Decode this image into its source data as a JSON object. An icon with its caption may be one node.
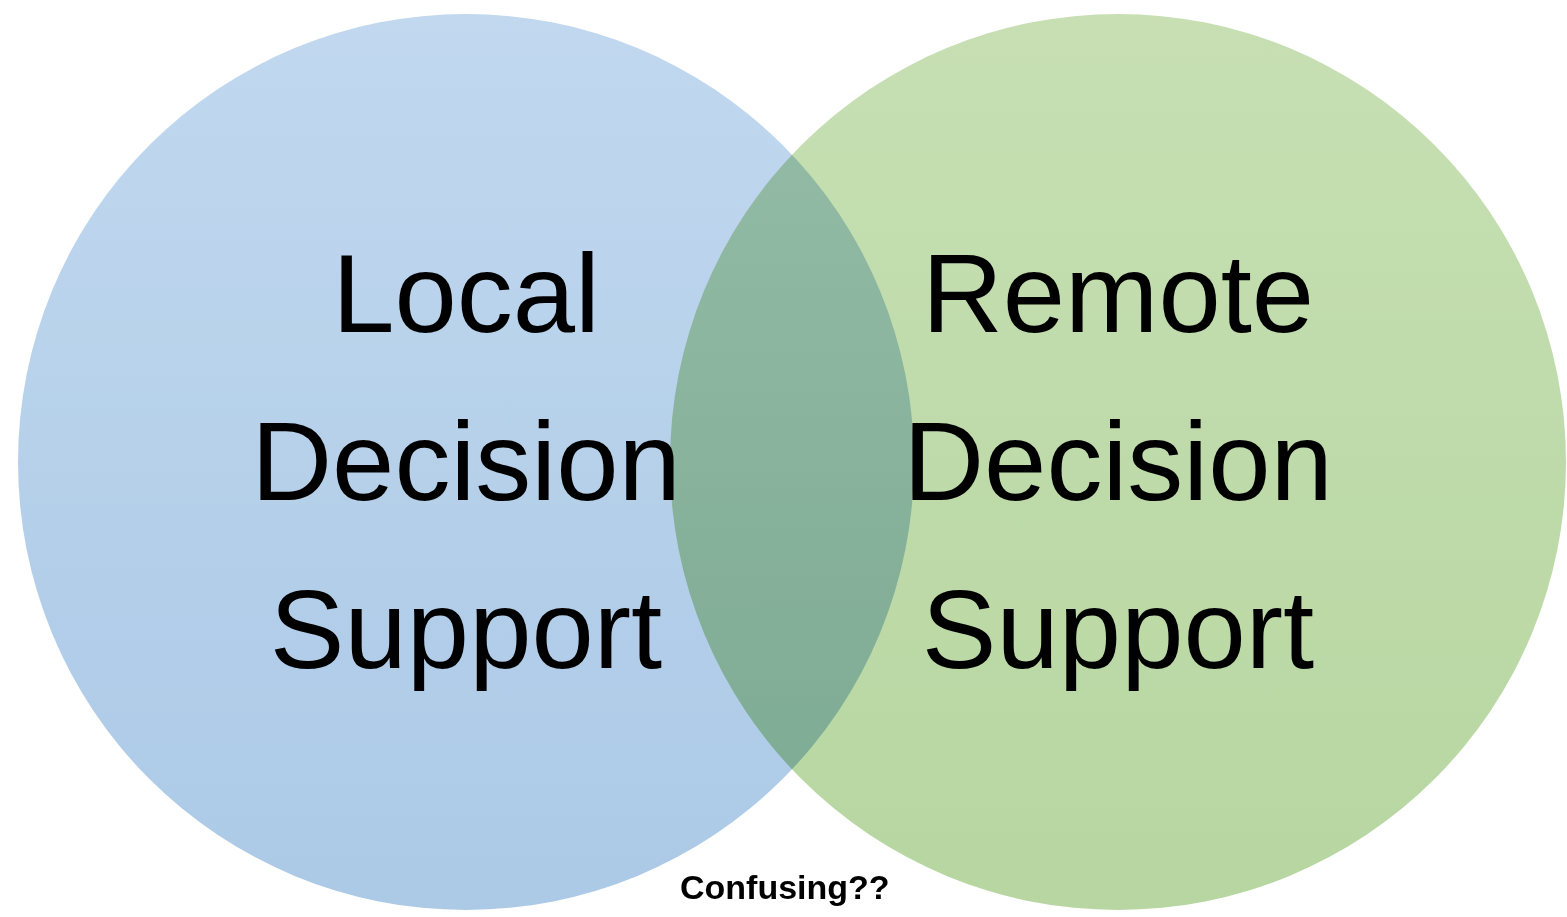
{
  "diagram": {
    "nodes": [
      {
        "text": [
          "Local Decision Support"
        ]
      },
      {
        "text": [
          "Remote Decision Support"
        ]
      }
    ],
    "labels": [
      "Confusing??"
    ]
  }
}
